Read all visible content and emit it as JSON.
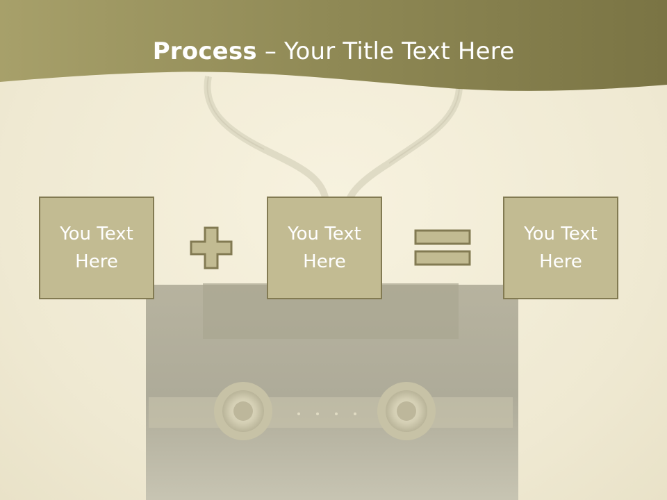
{
  "title": {
    "bold": "Process",
    "rest": " – Your Title Text Here"
  },
  "steps": [
    {
      "text": "You Text Here"
    },
    {
      "text": "You Text Here"
    },
    {
      "text": "You Text Here"
    }
  ],
  "operators": [
    "plus-icon",
    "equals-icon"
  ],
  "colors": {
    "header": "#8b8550",
    "box_fill": "#c2bb92",
    "box_border": "#827a52",
    "background": "#f3eedb",
    "title_text": "#ffffff"
  }
}
